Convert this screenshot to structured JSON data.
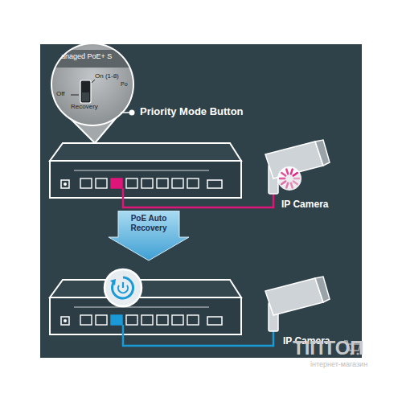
{
  "diagram": {
    "nodes": [
      {
        "text": [
          "PoE Auto Recovery"
        ]
      }
    ],
    "labels": [
      "anaged PoE+ S",
      "On (1-8)",
      "Po",
      "Off",
      "Recovery",
      "Priority Mode Button",
      "IP Camera",
      "IP Camera",
      "ТІПТОП",
      "інтернет-магазин"
    ]
  }
}
